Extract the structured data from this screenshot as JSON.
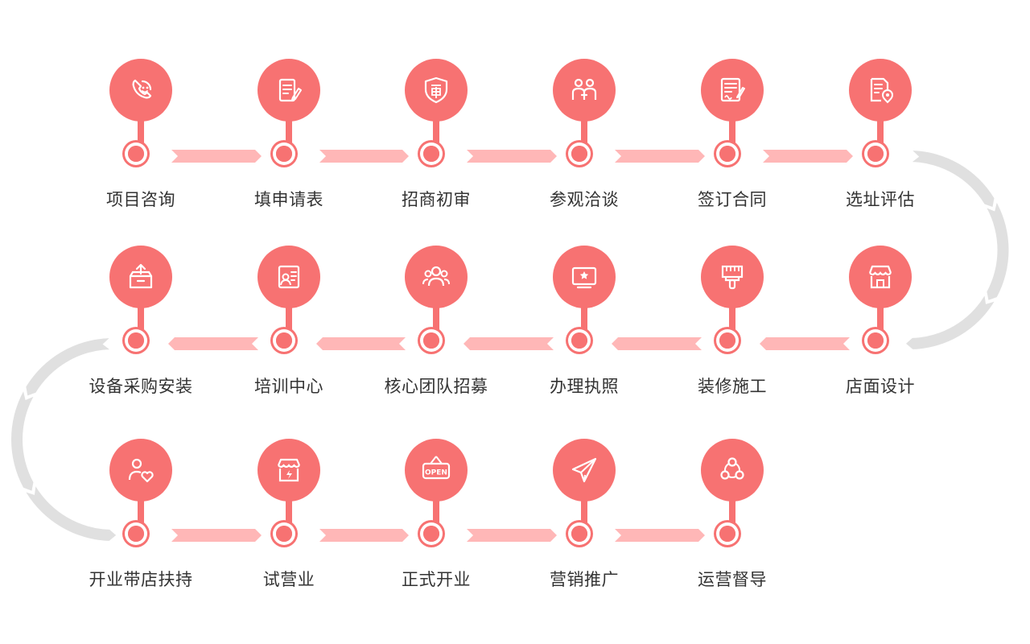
{
  "colors": {
    "accent": "#f77272",
    "arrow": "#ffb7b7",
    "return_arrow": "#e0e0e0",
    "label": "#333333"
  },
  "rows": [
    [
      {
        "label": "项目咨询",
        "icon": "phone-icon"
      },
      {
        "label": "填申请表",
        "icon": "form-pen-icon"
      },
      {
        "label": "招商初审",
        "icon": "review-shield-icon"
      },
      {
        "label": "参观洽谈",
        "icon": "people-talk-icon"
      },
      {
        "label": "签订合同",
        "icon": "contract-sign-icon"
      },
      {
        "label": "选址评估",
        "icon": "location-doc-icon"
      }
    ],
    [
      {
        "label": "店面设计",
        "icon": "storefront-icon"
      },
      {
        "label": "装修施工",
        "icon": "paint-brush-icon"
      },
      {
        "label": "办理执照",
        "icon": "license-icon"
      },
      {
        "label": "核心团队招募",
        "icon": "team-icon"
      },
      {
        "label": "培训中心",
        "icon": "training-icon"
      },
      {
        "label": "设备采购安装",
        "icon": "equipment-box-icon"
      }
    ],
    [
      {
        "label": "开业带店扶持",
        "icon": "support-heart-icon"
      },
      {
        "label": "试营业",
        "icon": "trial-shop-icon"
      },
      {
        "label": "正式开业",
        "icon": "open-sign-icon"
      },
      {
        "label": "营销推广",
        "icon": "paper-plane-icon"
      },
      {
        "label": "运营督导",
        "icon": "network-icon"
      }
    ]
  ]
}
